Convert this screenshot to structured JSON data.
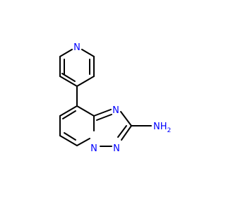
{
  "molecule": {
    "name": "",
    "atoms": [
      {
        "id": "n_pyr",
        "label": "N",
        "color": "#0000ff"
      },
      {
        "id": "n_bridge_top",
        "label": "N",
        "color": "#0000ff"
      },
      {
        "id": "n_bridge_mid",
        "label": "N",
        "color": "#0000ff"
      },
      {
        "id": "n_ring_bottom",
        "label": "N",
        "color": "#0000ff"
      },
      {
        "id": "nh2_group",
        "label": "NH",
        "subscript": "2",
        "color": "#0000ff"
      }
    ],
    "bond_color": "#000000"
  }
}
